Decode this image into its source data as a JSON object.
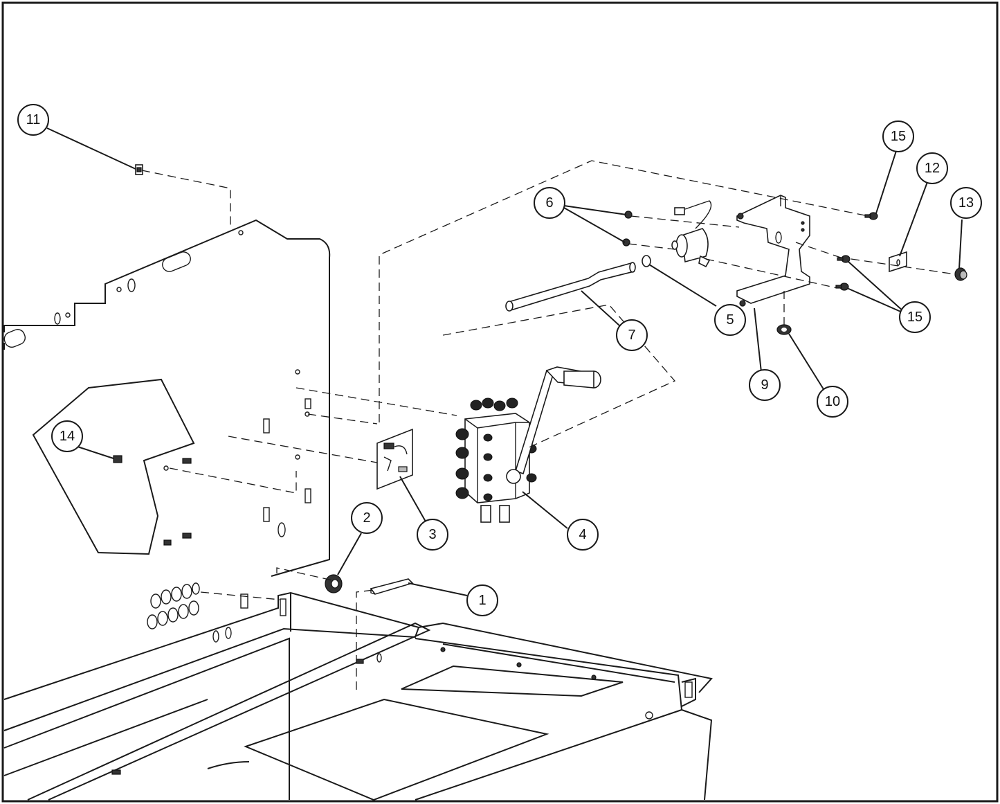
{
  "diagram": {
    "callouts": [
      {
        "id": "c1",
        "label": "1"
      },
      {
        "id": "c2",
        "label": "2"
      },
      {
        "id": "c3",
        "label": "3"
      },
      {
        "id": "c4",
        "label": "4"
      },
      {
        "id": "c5",
        "label": "5"
      },
      {
        "id": "c6",
        "label": "6"
      },
      {
        "id": "c7",
        "label": "7"
      },
      {
        "id": "c9",
        "label": "9"
      },
      {
        "id": "c10",
        "label": "10"
      },
      {
        "id": "c11",
        "label": "11"
      },
      {
        "id": "c12",
        "label": "12"
      },
      {
        "id": "c13",
        "label": "13"
      },
      {
        "id": "c14",
        "label": "14"
      },
      {
        "id": "c15a",
        "label": "15"
      },
      {
        "id": "c15b",
        "label": "15"
      }
    ]
  }
}
